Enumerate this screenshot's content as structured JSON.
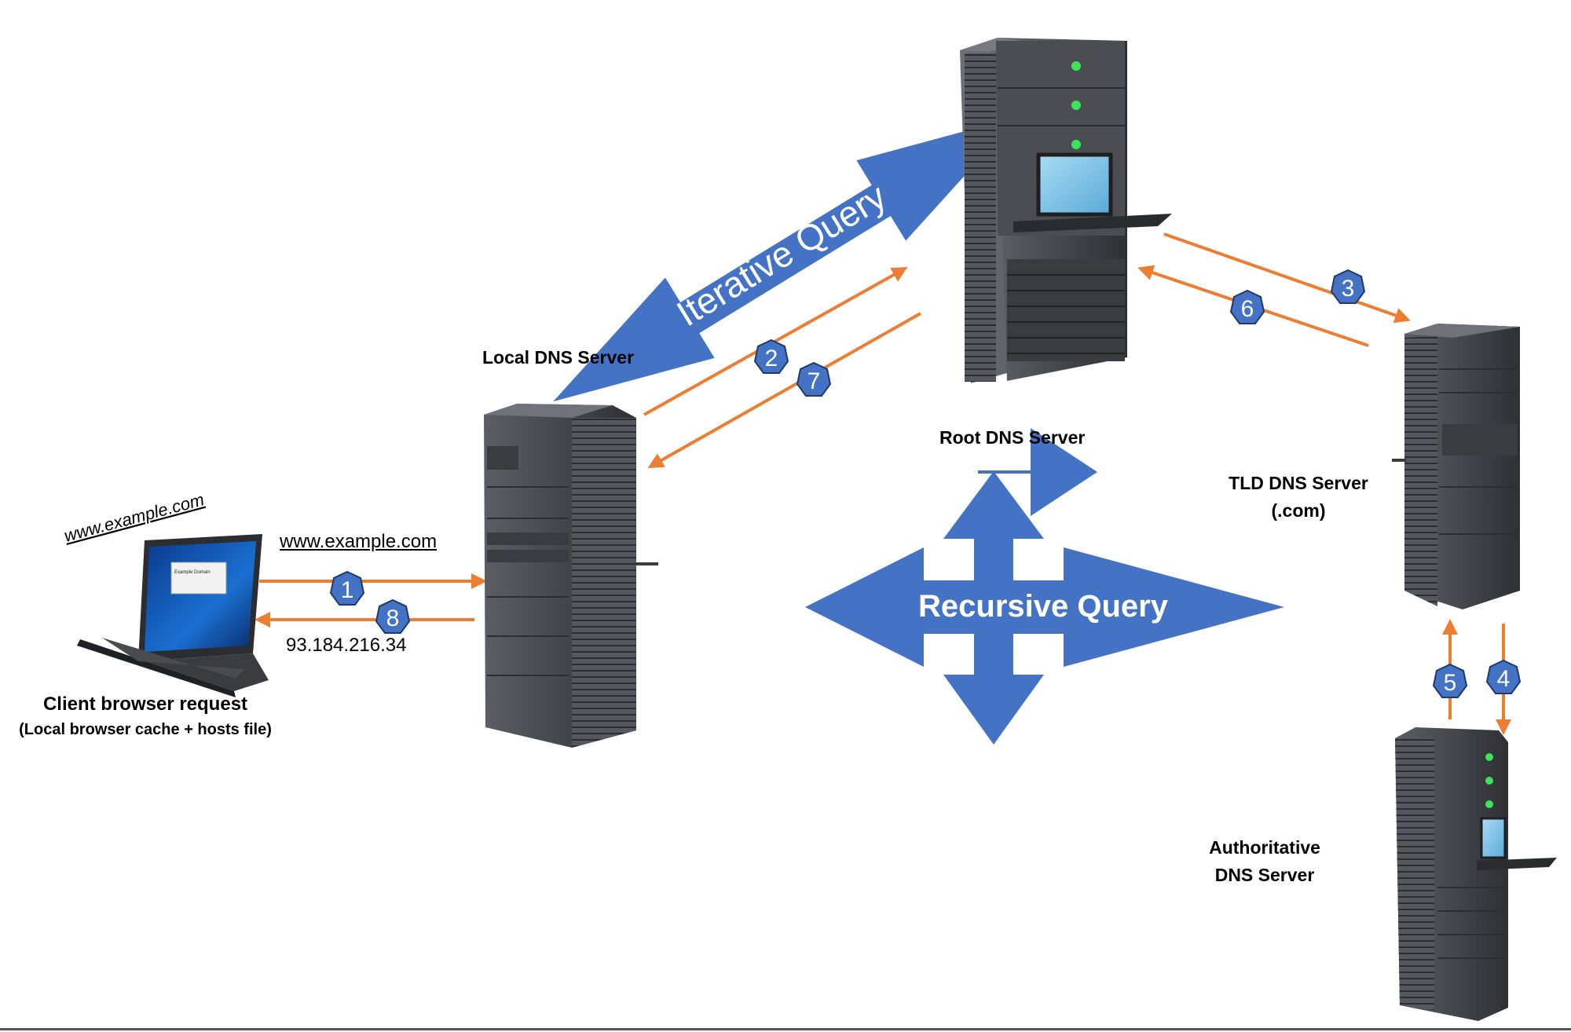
{
  "colors": {
    "accent_blue": "#4472c4",
    "arrow_orange": "#ed7d31",
    "server_dark": "#4d4f55",
    "screen_blue": "#7cc3e8"
  },
  "nodes": {
    "client": {
      "title": "Client browser request",
      "subtitle": "(Local browser cache + hosts file)",
      "screen_url": "www.example.com",
      "screen_page": "Example Domain"
    },
    "local": {
      "title": "Local DNS Server"
    },
    "root": {
      "title": "Root DNS Server"
    },
    "tld": {
      "title_line1": "TLD DNS Server",
      "title_line2": "(.com)"
    },
    "auth": {
      "title_line1": "Authoritative",
      "title_line2": "DNS Server"
    }
  },
  "labels": {
    "request_url": "www.example.com",
    "response_ip": "93.184.216.34"
  },
  "big_arrows": {
    "iterative": "Iterative Query",
    "recursive": "Recursive Query"
  },
  "steps": [
    "1",
    "2",
    "3",
    "4",
    "5",
    "6",
    "7",
    "8"
  ]
}
